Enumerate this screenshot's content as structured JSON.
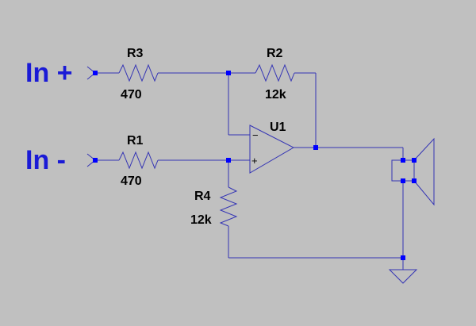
{
  "inputs": {
    "in_plus": "In +",
    "in_minus": "In -"
  },
  "components": {
    "r3": {
      "ref": "R3",
      "value": "470"
    },
    "r2": {
      "ref": "R2",
      "value": "12k"
    },
    "r1": {
      "ref": "R1",
      "value": "470"
    },
    "r4": {
      "ref": "R4",
      "value": "12k"
    },
    "u1": {
      "ref": "U1",
      "minus": "−",
      "plus": "+"
    }
  },
  "colors": {
    "background": "#c0c0c0",
    "wire": "#3434b4",
    "node": "#0000ff",
    "label": "#1a1ad6"
  }
}
